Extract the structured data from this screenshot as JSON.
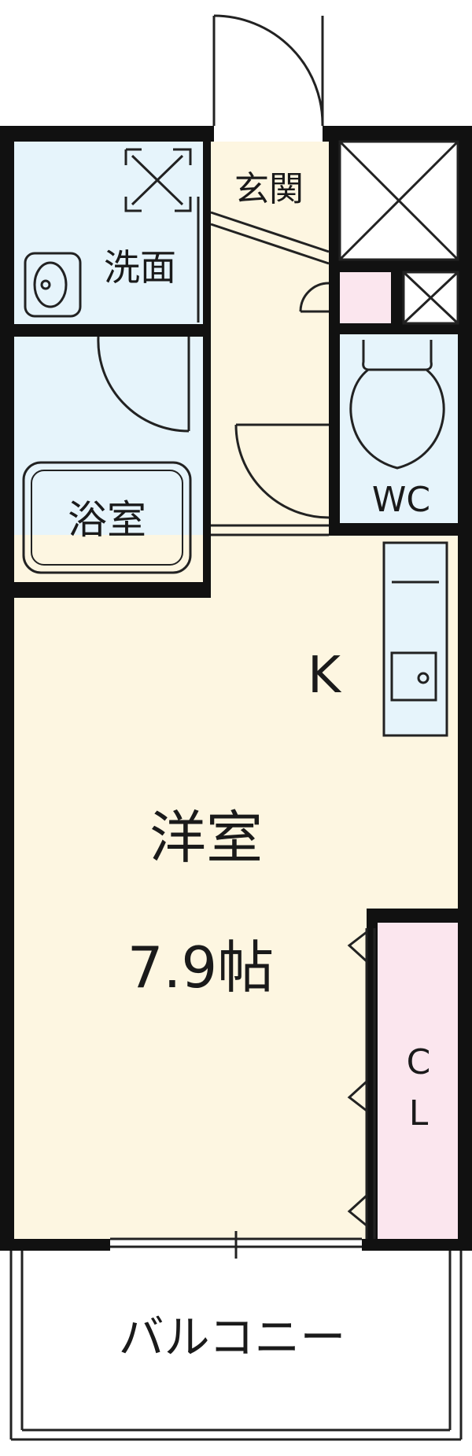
{
  "rooms": {
    "entrance": "玄関",
    "washroom": "洗面",
    "bathroom": "浴室",
    "toilet": "WC",
    "kitchen": "K",
    "western_room": "洋室",
    "western_room_size": "7.9帖",
    "closet_line1": "C",
    "closet_line2": "L",
    "balcony": "バルコニー"
  },
  "colors": {
    "wall": "#111111",
    "wet_area": "#e6f4fb",
    "living_floor": "#fdf6e1",
    "closet": "#fbe6ee",
    "storage": "#fbe6ee",
    "line": "#222222"
  }
}
